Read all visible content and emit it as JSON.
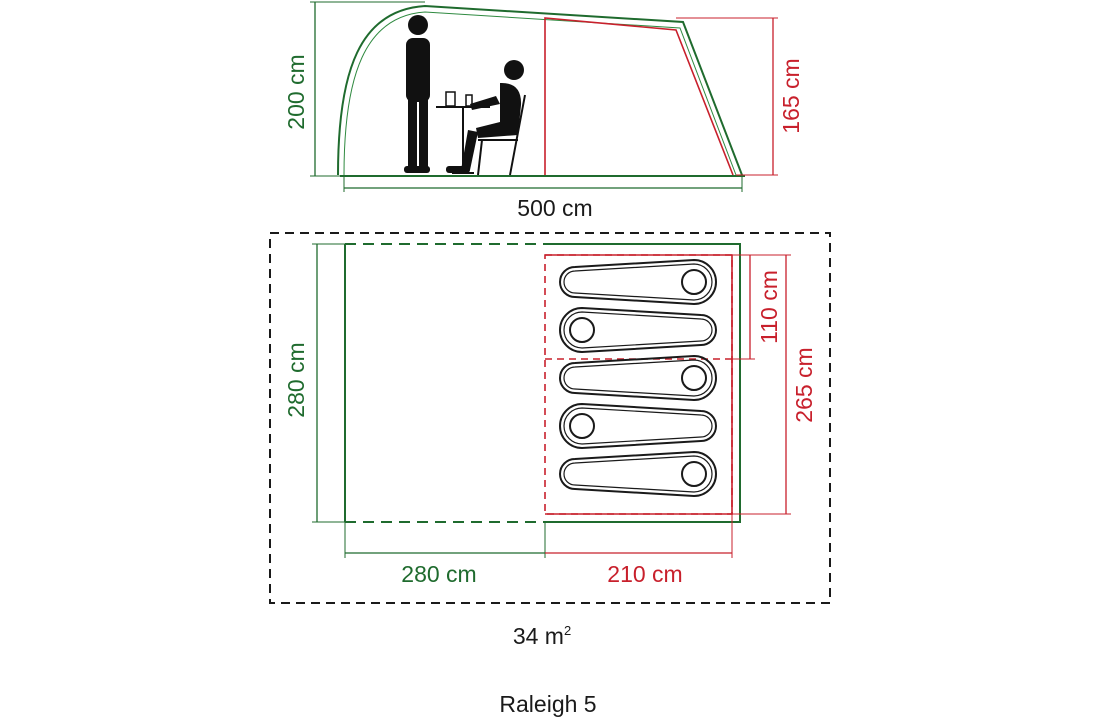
{
  "product_name": "Raleigh 5",
  "area": {
    "value": "34 m",
    "unit_superscript": "2"
  },
  "side_view": {
    "total_height": "200 cm",
    "bedroom_height": "165 cm",
    "total_length": "500 cm"
  },
  "floor_plan": {
    "total_width": "280 cm",
    "living_length": "280 cm",
    "bedroom_length": "210 cm",
    "bedroom_width": "265 cm",
    "compartment_width": "110 cm",
    "sleeping_bags": 5
  },
  "colors": {
    "outer_tent": "#1f6b2e",
    "inner_tent": "#c8202c",
    "footprint": "#1a1a1a"
  }
}
